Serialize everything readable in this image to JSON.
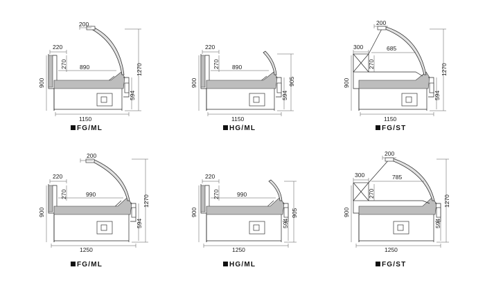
{
  "sheet": {
    "panels": [
      {
        "caption": "FG/ML",
        "top": "200",
        "shelf": "220",
        "inner": "270",
        "depth": "890",
        "width": "1150",
        "h1": "900",
        "h2": "1270",
        "h3": "594",
        "h4": "",
        "rear": ""
      },
      {
        "caption": "HG/ML",
        "top": "",
        "shelf": "220",
        "inner": "270",
        "depth": "890",
        "width": "1150",
        "h1": "900",
        "h2": "905",
        "h3": "594",
        "h4": "",
        "rear": ""
      },
      {
        "caption": "FG/ST",
        "top": "200",
        "shelf": "",
        "inner": "270",
        "depth": "685",
        "width": "1150",
        "h1": "900",
        "h2": "1270",
        "h3": "594",
        "h4": "",
        "rear": "300"
      },
      {
        "caption": "FG/ML",
        "top": "200",
        "shelf": "220",
        "inner": "270",
        "depth": "990",
        "width": "1250",
        "h1": "900",
        "h2": "1270",
        "h3": "594",
        "h4": "",
        "rear": ""
      },
      {
        "caption": "HG/ML",
        "top": "",
        "shelf": "220",
        "inner": "270",
        "depth": "990",
        "width": "1250",
        "h1": "900",
        "h2": "905",
        "h3": "594",
        "h4": "",
        "rear": ""
      },
      {
        "caption": "FG/ST",
        "top": "200",
        "shelf": "",
        "inner": "270",
        "depth": "785",
        "width": "1250",
        "h1": "900",
        "h2": "1270",
        "h3": "594",
        "h4": "",
        "rear": "300"
      }
    ]
  }
}
